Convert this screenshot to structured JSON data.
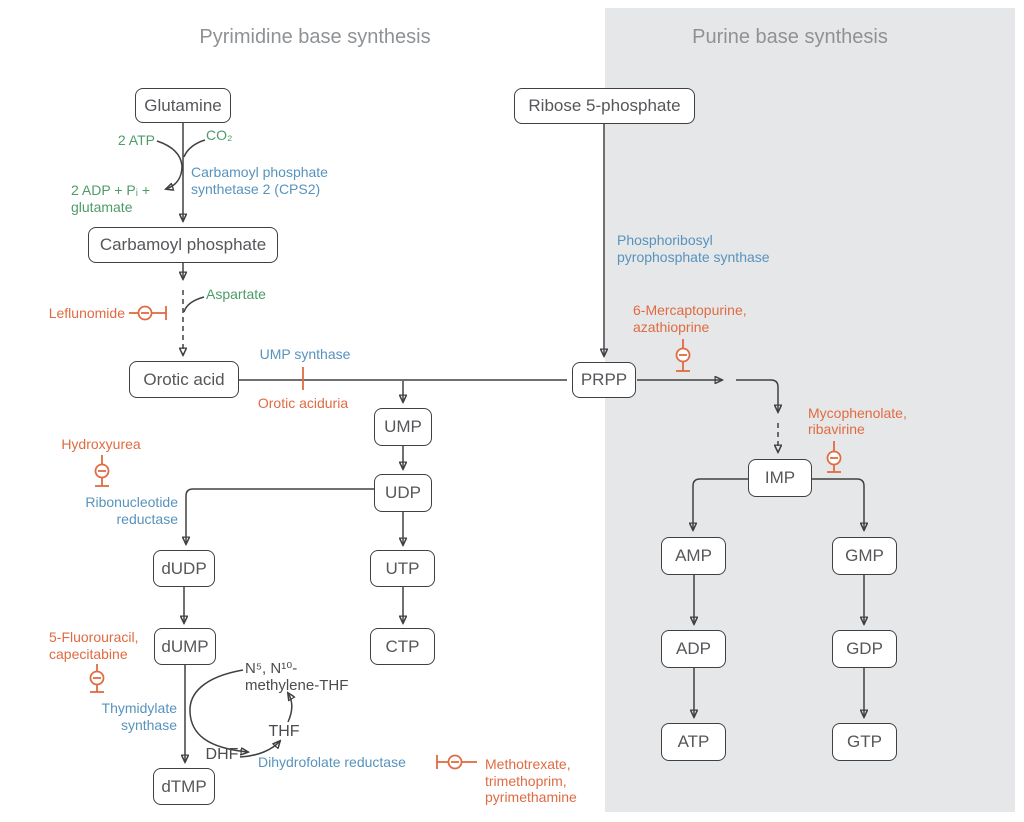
{
  "titles": {
    "pyrimidine": "Pyrimidine base synthesis",
    "purine": "Purine base synthesis"
  },
  "nodes": {
    "glutamine": "Glutamine",
    "carbamoyl_phosphate": "Carbamoyl phosphate",
    "orotic_acid": "Orotic acid",
    "ump": "UMP",
    "udp": "UDP",
    "dudp": "dUDP",
    "utp": "UTP",
    "dump": "dUMP",
    "ctp": "CTP",
    "dtmp": "dTMP",
    "ribose5p": "Ribose 5-phosphate",
    "prpp": "PRPP",
    "imp": "IMP",
    "amp": "AMP",
    "gmp": "GMP",
    "adp": "ADP",
    "gdp": "GDP",
    "atp": "ATP",
    "gtp": "GTP"
  },
  "labels": {
    "atp_in": "2 ATP",
    "co2": "CO₂",
    "cps2": {
      "l1": "Carbamoyl phosphate",
      "l2": "synthetase 2 (CPS2)"
    },
    "adp_out": {
      "l1": "2 ADP + Pᵢ +",
      "l2": "glutamate"
    },
    "aspartate": "Aspartate",
    "leflunomide": "Leflunomide",
    "ump_synthase": "UMP synthase",
    "orotic_aciduria": "Orotic aciduria",
    "hydroxyurea": "Hydroxyurea",
    "rnr": {
      "l1": "Ribonucleotide",
      "l2": "reductase"
    },
    "fluorouracil": {
      "l1": "5-Fluorouracil,",
      "l2": "capecitabine"
    },
    "thymidylate": {
      "l1": "Thymidylate",
      "l2": "synthase"
    },
    "methylene_thf": {
      "l1": "N⁵, N¹⁰-",
      "l2": "methylene-THF"
    },
    "thf": "THF",
    "dhf": "DHF",
    "dhfr": "Dihydrofolate reductase",
    "methotrexate": {
      "l1": "Methotrexate,",
      "l2": "trimethoprim,",
      "l3": "pyrimethamine"
    },
    "prpp_synthase": {
      "l1": "Phosphoribosyl",
      "l2": "pyrophosphate synthase"
    },
    "mercaptopurine": {
      "l1": "6-Mercaptopurine,",
      "l2": "azathioprine"
    },
    "mycophenolate": {
      "l1": "Mycophenolate,",
      "l2": "ribavirine"
    }
  },
  "colors": {
    "line_dark": "#3E4043",
    "enzyme_blue": "#5793BD",
    "substrate_green": "#4E9B68",
    "inhibitor_orange": "#E06B42",
    "title_gray": "#8F9295",
    "panel_gray": "#E6E7E8",
    "box_text": "#55575A"
  }
}
